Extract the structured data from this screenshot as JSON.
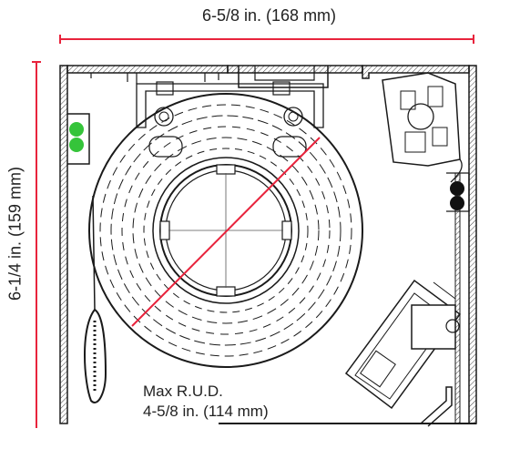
{
  "dimensions": {
    "width_label": "6-5/8 in. (168 mm)",
    "height_label": "6-1/4 in. (159 mm)"
  },
  "rud": {
    "line1": "Max R.U.D.",
    "line2": "4-5/8 in. (114 mm)"
  },
  "colors": {
    "dimension_line": "#e8233c",
    "outline": "#1a1a1a",
    "green_indicator": "#35c43a",
    "black_indicator": "#111111"
  }
}
